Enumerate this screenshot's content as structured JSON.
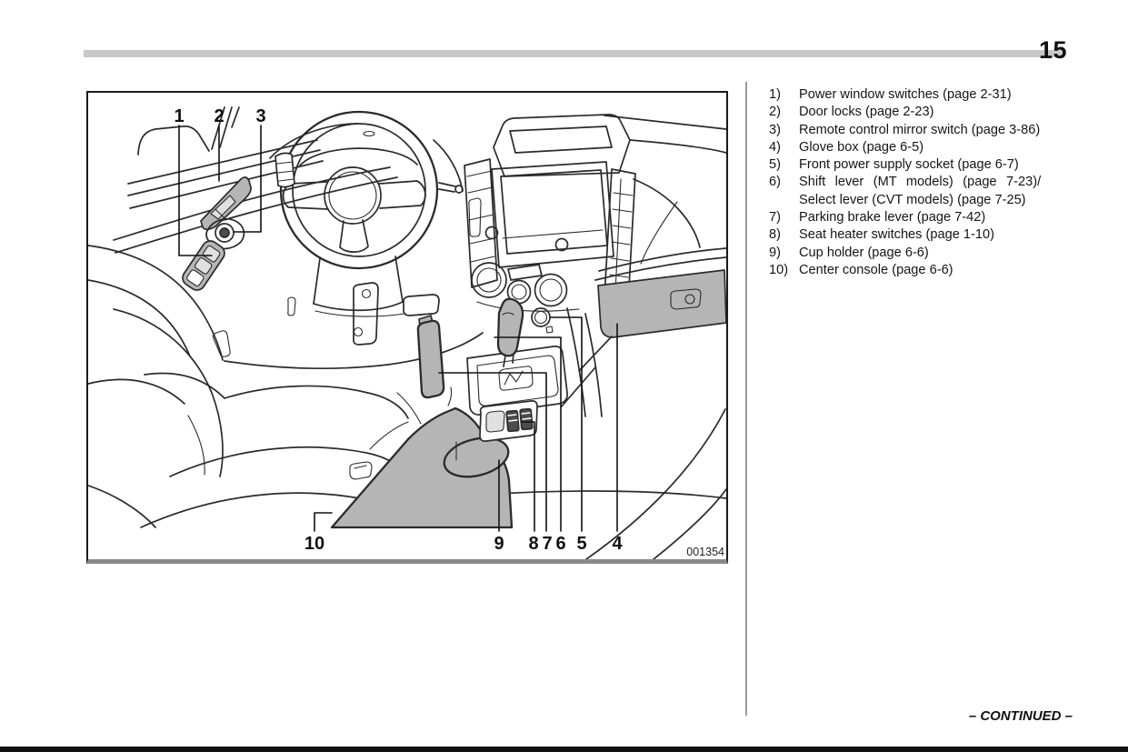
{
  "page": {
    "number": "15"
  },
  "figure": {
    "code": "001354",
    "callouts_top": [
      "1",
      "2",
      "3"
    ],
    "callouts_bottom": [
      "10",
      "9",
      "8",
      "7",
      "6",
      "5",
      "4"
    ]
  },
  "legend": {
    "items": [
      {
        "num": "1)",
        "text": "Power window switches (page 2-31)"
      },
      {
        "num": "2)",
        "text": "Door locks (page 2-23)"
      },
      {
        "num": "3)",
        "text": "Remote control mirror switch (page 3-86)"
      },
      {
        "num": "4)",
        "text": "Glove box (page 6-5)"
      },
      {
        "num": "5)",
        "text": "Front power supply socket (page 6-7)"
      },
      {
        "num": "6)",
        "lines": [
          "Shift lever (MT models) (page 7-23)/",
          "Select lever (CVT models) (page 7-25)"
        ]
      },
      {
        "num": "7)",
        "text": "Parking brake lever (page 7-42)"
      },
      {
        "num": "8)",
        "text": "Seat heater switches (page 1-10)"
      },
      {
        "num": "9)",
        "text": "Cup holder (page 6-6)"
      },
      {
        "num": "10)",
        "text": "Center console (page 6-6)"
      }
    ]
  },
  "footer": {
    "continued": "– CONTINUED –"
  },
  "colors": {
    "shaded_part_gray": "#b5b5b5",
    "frame_shadow_gray": "#8a8a8a",
    "header_bar_gray": "#c8c8c8",
    "divider_gray": "#9a9a9a",
    "line_color": "#2b2b2b"
  }
}
